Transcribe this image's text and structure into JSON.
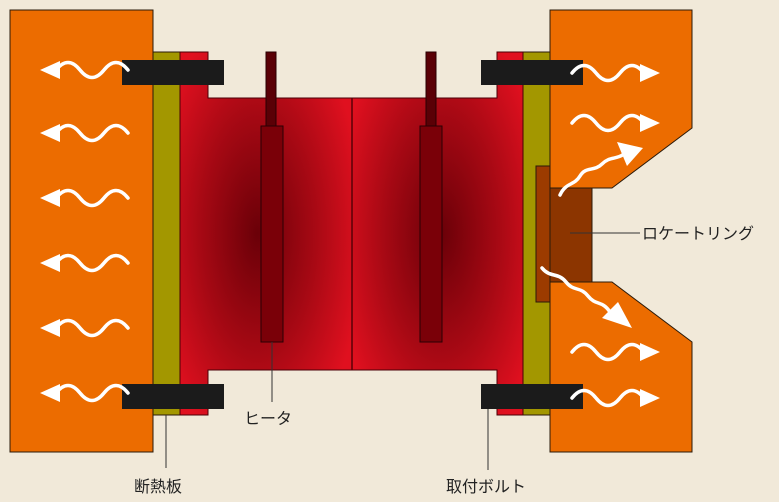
{
  "labels": {
    "heater": "ヒータ",
    "locate_ring": "ロケートリング",
    "insulation_plate": "断熱板",
    "mounting_bolt": "取付ボルト"
  },
  "colors": {
    "background": "#f1e9d9",
    "platen": "#ec6c00",
    "insulation": "#a39700",
    "mold": "#c8101e",
    "mold_center": "#6a0008",
    "heater": "#7a0008",
    "bolt": "#1b1b1b",
    "ring": "#8c3500",
    "heat_arrow": "#ffffff"
  },
  "icons": {
    "heat_flow": "wavy-arrow-icon",
    "bolt": "bolt-icon"
  }
}
